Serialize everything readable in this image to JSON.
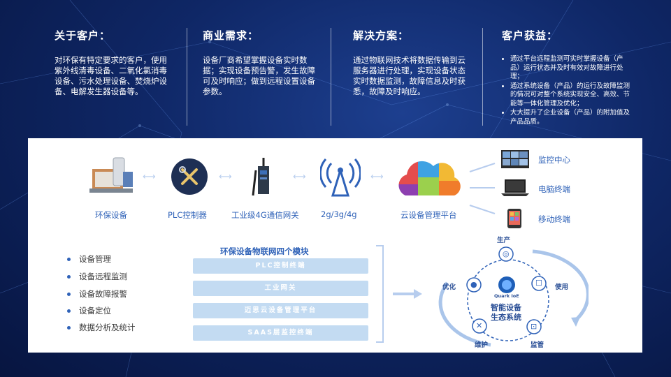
{
  "columns": [
    {
      "title": "关于客户：",
      "text": "对环保有特定要求的客户，使用紫外线清毒设备、二氧化氯消毒设备、污水处理设备、焚烧炉设备、电解发生器设备等。"
    },
    {
      "title": "商业需求：",
      "text": "设备厂商希望掌握设备实时数据；实现设备预告警，发生故障可及时响应；做到远程设置设备参数。"
    },
    {
      "title": "解决方案：",
      "text": "通过物联网技术将数据传输到云服务器进行处理，实现设备状态实时数据监测，故障信息及时获悉，故障及时响应。"
    },
    {
      "title": "客户获益：",
      "bullets": [
        "通过平台远程监测可实时掌握设备（产品）运行状态并及时有效对故障进行处理；",
        "通过系统设备（产品）的运行及故障监测的情况可对整个系统实现安全、高效、节能等一体化管理及优化；",
        "大大提升了企业设备（产品）的附加值及产品品质。"
      ]
    }
  ],
  "flow": {
    "nodes": [
      "环保设备",
      "PLC控制器",
      "工业级4G通信网关",
      "2g/3g/4g",
      "云设备管理平台"
    ],
    "devices": [
      "监控中心",
      "电脑终端",
      "移动终端"
    ]
  },
  "features": [
    "设备管理",
    "设备远程监测",
    "设备故障报警",
    "设备定位",
    "数据分析及统计"
  ],
  "modules": {
    "title": "环保设备物联网四个模块",
    "items": [
      "PLC控制终端",
      "工业网关",
      "迈思云设备管理平台",
      "SAAS层监控终端"
    ]
  },
  "ecosystem": {
    "center_brand": "Quark IoE",
    "center_line1": "智能设备",
    "center_line2": "生态系统",
    "items": [
      "生产",
      "使用",
      "监管",
      "维护",
      "优化"
    ]
  },
  "colors": {
    "accent": "#2f62b8",
    "module_bar": "#c3dbf2",
    "bg_dark": "#0f2766"
  }
}
